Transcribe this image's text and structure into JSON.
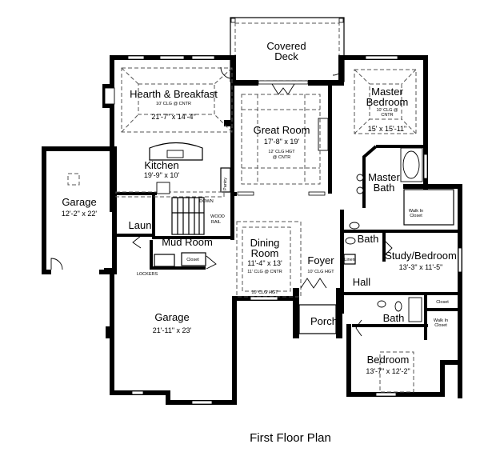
{
  "title": "First Floor Plan",
  "rooms": {
    "covered_deck": {
      "name_line1": "Covered",
      "name_line2": "Deck"
    },
    "hearth_breakfast": {
      "name": "Hearth & Breakfast",
      "note": "10' CLG @ CNTR",
      "dims": "21'-7\" x 14'-4\""
    },
    "great_room": {
      "name": "Great Room",
      "dims": "17'-8\" x 19'",
      "note_line1": "12' CLG HGT",
      "note_line2": "@ CNTR"
    },
    "master_bedroom": {
      "name_line1": "Master",
      "name_line2": "Bedroom",
      "note_line1": "10' CLG @",
      "note_line2": "CNTR",
      "dims": "15' x 15'-11\""
    },
    "kitchen": {
      "name": "Kitchen",
      "dims": "19'-9\" x 10'"
    },
    "master_bath": {
      "name_line1": "Master",
      "name_line2": "Bath"
    },
    "garage_small": {
      "name": "Garage",
      "dims": "12'-2\" x 22'"
    },
    "laundry": {
      "name": "Laun"
    },
    "mud_room": {
      "name": "Mud Room"
    },
    "dining_room": {
      "name_line1": "Dining",
      "name_line2": "Room",
      "dims": "11'-4\" x 13'",
      "note": "11' CLG @ CNTR",
      "note_bottom": "10' CLG HGT"
    },
    "foyer": {
      "name": "Foyer",
      "note": "10' CLG HGT"
    },
    "bath_upper": {
      "name": "Bath"
    },
    "study_bedroom": {
      "name": "Study/Bedroom",
      "dims": "13'-3\" x 11'-5\""
    },
    "hall": {
      "name": "Hall"
    },
    "porch": {
      "name": "Porch"
    },
    "bath_lower": {
      "name": "Bath"
    },
    "bedroom": {
      "name": "Bedroom",
      "dims": "13'-7\" x 12'-2\""
    },
    "garage_large": {
      "name": "Garage",
      "dims": "21'-11\" x 23'"
    }
  },
  "labels": {
    "pantry": "Pantry",
    "down": "DOWN",
    "wood_rail_1": "WOOD",
    "wood_rail_2": "RAIL",
    "closet_mud": "Closet",
    "lockers": "LOCKERS",
    "linen": "Linen",
    "walk_in_closet_master_1": "Walk In",
    "walk_in_closet_master_2": "Closet",
    "closet_study": "Closet",
    "walk_in_closet_bed_1": "Walk In",
    "walk_in_closet_bed_2": "Closet"
  }
}
